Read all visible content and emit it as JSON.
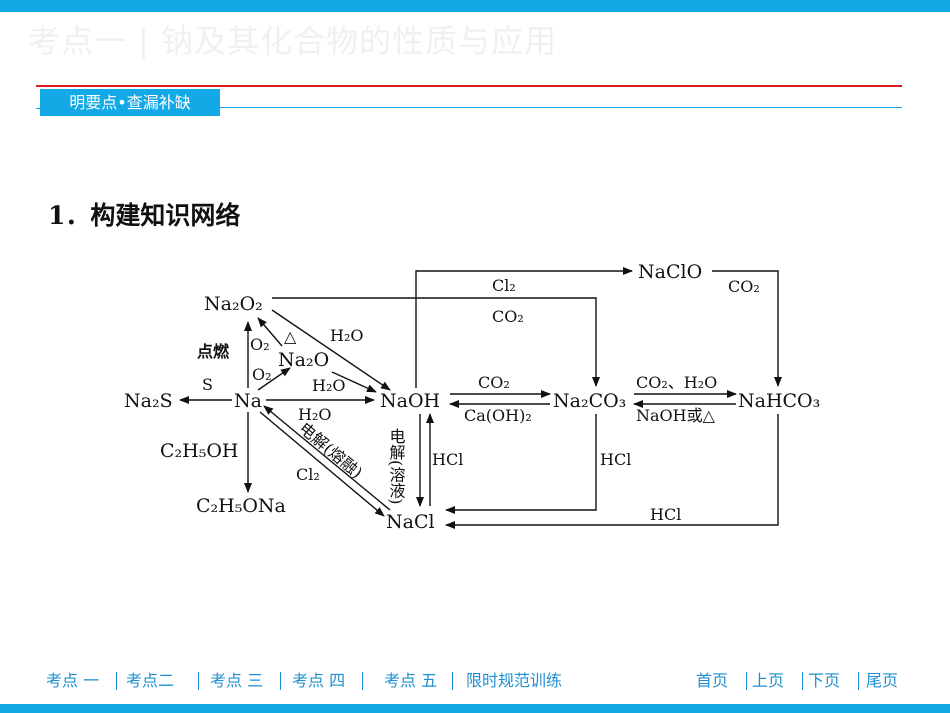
{
  "slide": {
    "title": "考点一 | 钠及其化合物的性质与应用",
    "section_tab": "明要点•查漏补缺",
    "heading": "1．构建知识网络"
  },
  "diagram": {
    "compounds": {
      "na": "Na",
      "na2o2": "Na₂O₂",
      "na2o": "Na₂O",
      "na2s": "Na₂S",
      "c2h5oh": "C₂H₅OH",
      "c2h5ona": "C₂H₅ONa",
      "naoh": "NaOH",
      "nacl": "NaCl",
      "na2co3": "Na₂CO₃",
      "nahco3": "NaHCO₃",
      "naclo": "NaClO"
    },
    "labels": {
      "diansran": "点燃",
      "o2_a": "O₂",
      "o2_b": "O₂",
      "delta": "△",
      "s": "S",
      "h2o_a": "H₂O",
      "h2o_b": "H₂O",
      "h2o_c": "H₂O",
      "cl2_a": "Cl₂",
      "cl2_b": "Cl₂",
      "co2_a": "CO₂",
      "co2_b": "CO₂",
      "co2_c": "CO₂",
      "caoh2": "Ca(OH)₂",
      "co2_h2o": "CO₂、H₂O",
      "naoh_or_heat": "NaOH或△",
      "electrolysis_melt": "电解(熔融)",
      "electrolysis_soln": "电解(溶液)",
      "hcl_a": "HCl",
      "hcl_b": "HCl",
      "hcl_c": "HCl"
    }
  },
  "footer": {
    "nav": [
      "考点 一",
      "考点二",
      "考点 三",
      "考点 四",
      "考点 五",
      "限时规范训练"
    ],
    "pager": [
      "首页",
      "上页",
      "下页",
      "尾页"
    ]
  },
  "colors": {
    "accent": "#13a8e6",
    "rule_red": "#d81e1e",
    "nav_text": "#1f8fd0"
  }
}
